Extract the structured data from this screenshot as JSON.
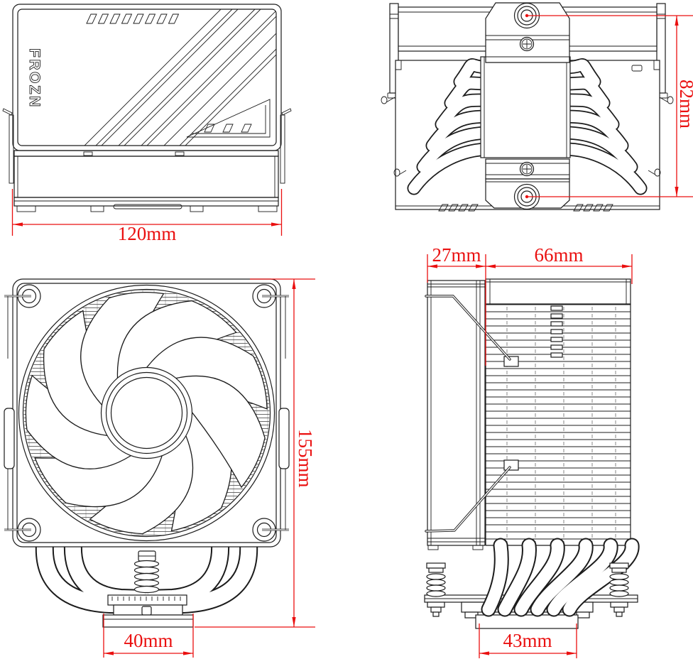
{
  "drawing": {
    "background": "#ffffff",
    "line_color": "#1c1c1c",
    "dimension_color": "#ea1010",
    "logo_text": "FROZN",
    "views": {
      "top": {
        "width_label": "120mm"
      },
      "bottom": {
        "depth_label": "82mm"
      },
      "front": {
        "height_label": "155mm",
        "base_width_label": "40mm"
      },
      "side": {
        "fan_thickness_label": "27mm",
        "fin_depth_label": "66mm",
        "base_width_label": "43mm"
      }
    }
  }
}
